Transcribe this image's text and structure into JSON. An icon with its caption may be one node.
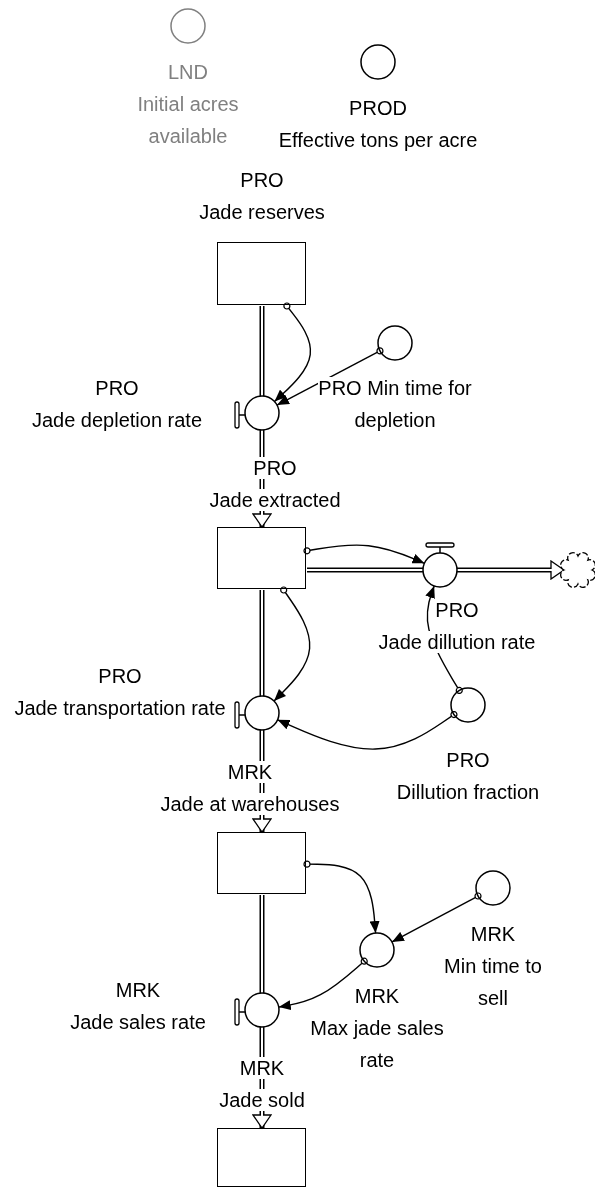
{
  "diagram": {
    "nodes": [
      {
        "text": [
          "LND",
          "Initial acres available"
        ]
      },
      {
        "text": [
          "PROD",
          "Effective tons per acre"
        ]
      },
      {
        "text": [
          "PRO",
          "Jade reserves"
        ]
      },
      {
        "text": [
          "PRO",
          "Jade depletion rate"
        ]
      },
      {
        "text": [
          "PRO Min time for depletion"
        ]
      },
      {
        "text": [
          "PRO",
          "Jade extracted"
        ]
      },
      {
        "text": [
          "PRO",
          "Jade dillution rate"
        ]
      },
      {
        "text": [],
        "shape": "cloud"
      },
      {
        "text": [
          "PRO",
          "Jade transportation rate"
        ]
      },
      {
        "text": [
          "PRO",
          "Dillution fraction"
        ]
      },
      {
        "text": [
          "MRK",
          "Jade at warehouses"
        ]
      },
      {
        "text": [
          "MRK",
          "Max jade sales rate"
        ]
      },
      {
        "text": [
          "MRK",
          "Min time to sell"
        ]
      },
      {
        "text": [
          "MRK",
          "Jade sales rate"
        ]
      },
      {
        "text": [
          "MRK",
          "Jade sold"
        ]
      }
    ],
    "edges": [
      {
        "from": 2,
        "to": 3,
        "arrow": "none",
        "style": "thick"
      },
      {
        "from": 3,
        "to": 5,
        "arrow": "to",
        "style": "thick"
      },
      {
        "from": 2,
        "to": 3,
        "arrow": "to"
      },
      {
        "from": 4,
        "to": 3,
        "arrow": "to"
      },
      {
        "from": 5,
        "to": 6,
        "arrow": "none",
        "style": "thick"
      },
      {
        "from": 6,
        "to": 7,
        "arrow": "to",
        "style": "thick"
      },
      {
        "from": 5,
        "to": 6,
        "arrow": "to"
      },
      {
        "from": 5,
        "to": 8,
        "arrow": "none",
        "style": "thick"
      },
      {
        "from": 8,
        "to": 10,
        "arrow": "to",
        "style": "thick"
      },
      {
        "from": 5,
        "to": 8,
        "arrow": "to"
      },
      {
        "from": 9,
        "to": 6,
        "arrow": "to"
      },
      {
        "from": 9,
        "to": 8,
        "arrow": "to"
      },
      {
        "from": 10,
        "to": 13,
        "arrow": "none",
        "style": "thick"
      },
      {
        "from": 13,
        "to": 14,
        "arrow": "to",
        "style": "thick"
      },
      {
        "from": 10,
        "to": 11,
        "arrow": "to"
      },
      {
        "from": 12,
        "to": 11,
        "arrow": "to"
      },
      {
        "from": 11,
        "to": 13,
        "arrow": "to"
      }
    ]
  }
}
